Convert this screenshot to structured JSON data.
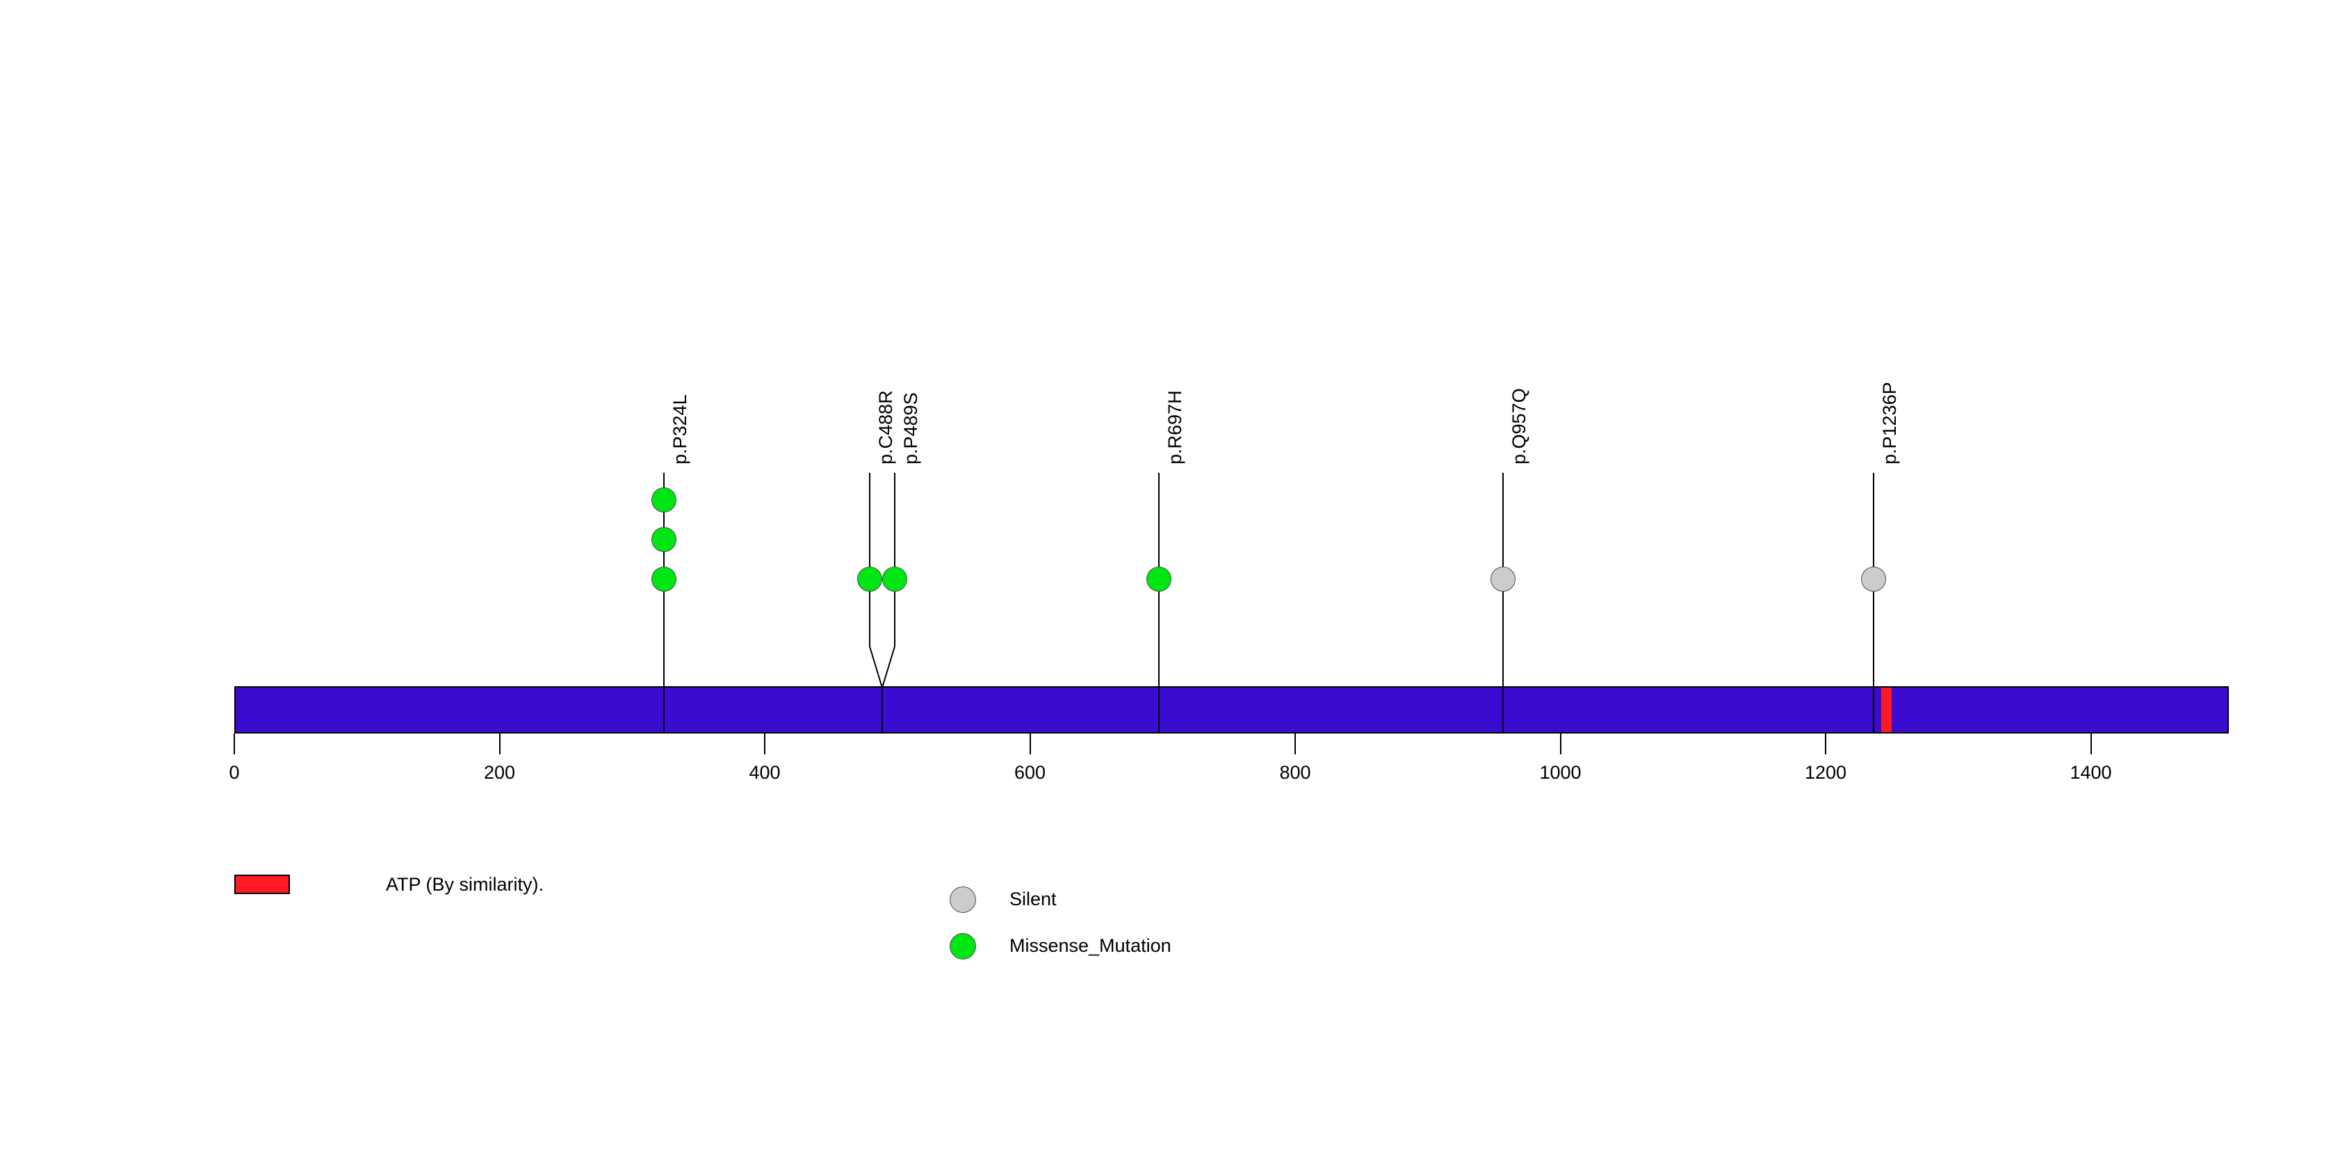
{
  "chart_data": {
    "type": "lollipop",
    "title": "",
    "xlabel": "",
    "ylabel": "",
    "xlim": [
      0,
      1504
    ],
    "grid": false,
    "protein": {
      "length": 1504,
      "color": "#3A0CD0",
      "border_color": "#000000"
    },
    "domains": [
      {
        "name": "ATP (By similarity).",
        "start": 1242,
        "end": 1250,
        "color": "#FF1A24"
      }
    ],
    "axis_ticks": [
      {
        "value": 0,
        "label": "0"
      },
      {
        "value": 200,
        "label": "200"
      },
      {
        "value": 400,
        "label": "400"
      },
      {
        "value": 600,
        "label": "600"
      },
      {
        "value": 800,
        "label": "800"
      },
      {
        "value": 1000,
        "label": "1000"
      },
      {
        "value": 1200,
        "label": "1200"
      },
      {
        "value": 1400,
        "label": "1400"
      }
    ],
    "mutations": [
      {
        "label": "p.P324L",
        "position": 324,
        "count": 3,
        "type": "Missense_Mutation",
        "color": "#00E613",
        "merged_stem": false
      },
      {
        "label": "p.C488R",
        "position": 488,
        "count": 1,
        "type": "Missense_Mutation",
        "color": "#00E613",
        "merged_stem": true
      },
      {
        "label": "p.P489S",
        "position": 489,
        "count": 1,
        "type": "Missense_Mutation",
        "color": "#00E613",
        "merged_stem": true
      },
      {
        "label": "p.R697H",
        "position": 697,
        "count": 1,
        "type": "Missense_Mutation",
        "color": "#00E613",
        "merged_stem": false
      },
      {
        "label": "p.Q957Q",
        "position": 957,
        "count": 1,
        "type": "Silent",
        "color": "#CCCCCC",
        "merged_stem": false
      },
      {
        "label": "p.P1236P",
        "position": 1236,
        "count": 1,
        "type": "Silent",
        "color": "#CCCCCC",
        "merged_stem": false
      }
    ],
    "legend_domains": [
      {
        "label": "ATP (By similarity).",
        "color": "#FF1A24"
      }
    ],
    "legend_mutation_types": [
      {
        "label": "Silent",
        "color": "#CCCCCC"
      },
      {
        "label": "Missense_Mutation",
        "color": "#00E613"
      }
    ]
  }
}
